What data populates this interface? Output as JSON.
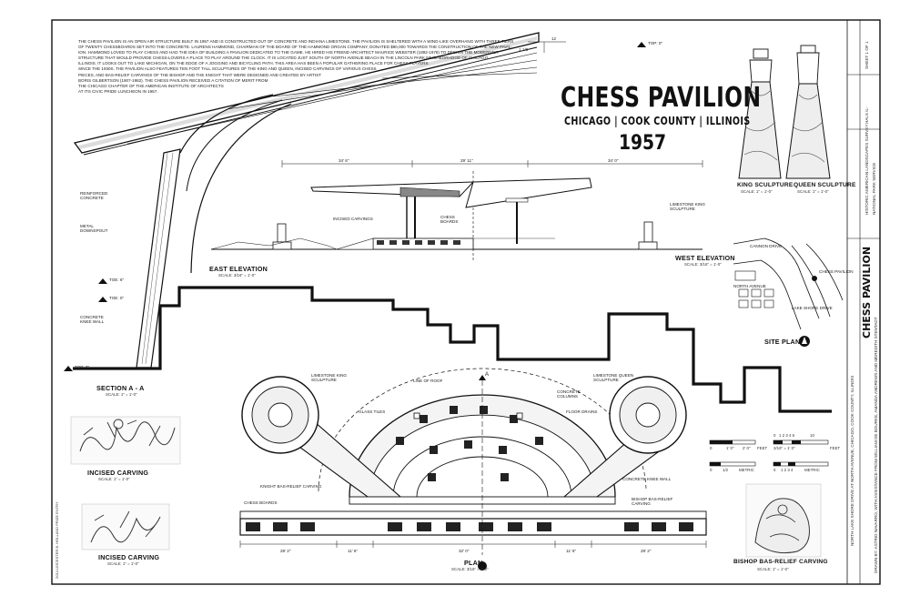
{
  "drawing": {
    "title": "CHESS PAVILION",
    "subtitle": "CHICAGO | COOK COUNTY | ILLINOIS",
    "year": "1957",
    "intro_text": [
      "THE CHESS PAVILION IS AN OPEN AIR STRUCTURE BUILT IN 1957 AND IS CONSTRUCTED OUT OF CONCRETE AND INDIANA LIMESTONE. THE PAVILION IS SHELTERED WITH A WING-LIKE OVERHANG WITH THREE TIERS",
      "OF TWENTY CHESSBOARDS SET INTO THE CONCRETE. LAURENS HAMMOND, CHAIRMAN OF THE BOARD OF THE HAMMOND ORGAN COMPANY, DONATED $90,000 TOWARDS THE CONSTRUCTION OF THE NEW PAVIL-",
      "ION. HAMMOND LOVED TO PLAY CHESS AND HAD THE IDEA OF BUILDING A PAVILION DEDICATED TO THE GAME. HE HIRED HIS FRIEND ARCHITECT MAURICE WEBSTER (1892-1978) TO DESIGN THE MODERNIST",
      "STRUCTURE THAT WOULD PROVIDE CHESS-LOVERS A PLACE TO PLAY AROUND THE CLOCK. IT IS LOCATED JUST SOUTH OF NORTH AVENUE BEACH IN THE LINCOLN PARK NEIGHBORHOOD OF CHICAGO,",
      "ILLINOIS. IT LOOKS OUT TO LAKE MICHIGAN, ON THE EDGE OF A JOGGING AND BICYCLING PATH. THIS AREA HAS BEEN A POPULAR GATHERING PLACE FOR CHESS PLAYERS",
      "SINCE THE 1930s. THE PAVILION ALSO FEATURES TEN FOOT TALL SCULPTURES OF THE KING AND QUEEN, INCISED CARVINGS OF VARIOUS CHESS",
      "PIECES, AND BAS-RELIEF CARVINGS OF THE BISHOP AND THE KNIGHT THAT WERE DESIGNED AND CREATED BY ARTIST",
      "BORIS GILBERTSON (1907-1982). THE CHESS PAVILION RECEIVED A CITATION OF MERIT FROM",
      "THE CHICAGO CHAPTER OF THE AMERICAN INSTITUTE OF ARCHITECTS",
      "AT ITS CIVIC PRIDE LUNCHEON IN 1957."
    ]
  },
  "views": {
    "section": {
      "caption": "SECTION A - A",
      "scale": "SCALE: 1\" = 1'-0\""
    },
    "east_elevation": {
      "caption": "EAST ELEVATION",
      "scale": "SCALE: 3/16\" = 1'-0\""
    },
    "west_elevation": {
      "caption": "WEST ELEVATION",
      "scale": "SCALE: 3/16\" = 1'-0\""
    },
    "king": {
      "caption": "KING SCULPTURE",
      "scale": "SCALE: 1\" = 1'-0\""
    },
    "queen": {
      "caption": "QUEEN SCULPTURE",
      "scale": "SCALE: 1\" = 1'-0\""
    },
    "site_plan": {
      "caption": "SITE PLAN"
    },
    "incised1": {
      "caption": "INCISED CARVING",
      "scale": "SCALE: 1\" = 1'-0\""
    },
    "incised2": {
      "caption": "INCISED CARVING",
      "scale": "SCALE: 1\" = 1'-0\""
    },
    "plan": {
      "caption": "PLAN",
      "scale": "SCALE: 3/16\" = 1'-0\""
    },
    "bishop": {
      "caption": "BISHOP BAS-RELIEF CARVING",
      "scale": "SCALE: 1\" = 1'-0\""
    }
  },
  "labels": {
    "reinforced_concrete": "REINFORCED CONCRETE",
    "metal_downspout": "METAL DOWNSPOUT",
    "concrete_knee_wall": "CONCRETE KNEE WALL",
    "incised_carvings": "INCISED CARVINGS",
    "chess_boards": "CHESS BOARDS",
    "limestone_king": "LIMESTONE KING SCULPTURE",
    "line_of_roof": "LINE OF ROOF",
    "limestone_queen": "LIMESTONE QUEEN SCULPTURE",
    "limestone_king_plan": "LIMESTONE KING SCULPTURE",
    "glass_tiles": "GLASS TILES",
    "concrete_columns": "CONCRETE COLUMNS",
    "floor_drains": "FLOOR DRAINS",
    "knight_bas_relief": "KNIGHT BAS-RELIEF CARVING",
    "chess_boards_plan": "CHESS BOARDS",
    "concrete_knee_wall_plan": "CONCRETE KNEE WALL",
    "bishop_bas_relief": "BISHOP BAS-RELIEF CARVING",
    "section_mark": "A",
    "site_cannon": "CANNON DRIVE",
    "site_pavilion": "CHESS PAVILION",
    "site_lake_shore": "LAKE SHORE DRIVE",
    "site_north_ave": "NORTH AVENUE"
  },
  "elevations": {
    "top": "TOP: 0\"",
    "e1": "TOE: 6\"",
    "e2": "TOE: 0\"",
    "e3": "TOP: 0\""
  },
  "dimensions": {
    "elev_left": "34' 6\"",
    "elev_mid": "29' 11\"",
    "elev_right": "34' 0\"",
    "plan_1": "28' 2\"",
    "plan_2": "11' 6\"",
    "plan_3": "32' 0\"",
    "plan_4": "11' 6\"",
    "plan_5": "28' 2\"",
    "roof_slope": "1 1/8",
    "roof_12": "12"
  },
  "scale_bars": {
    "bar1_ticks": [
      "0",
      "1' 0\"",
      "2' 0\""
    ],
    "bar1_unit": "FEET",
    "bar1_metric": [
      "0",
      "1/2",
      "METRIC"
    ],
    "bar2_ticks": [
      "0",
      "1 2 3 4 5",
      "10",
      "FEET"
    ],
    "bar2_metric": [
      "0",
      "1 2 3 4",
      "METRIC"
    ],
    "bar2_label": "3/16\" = 1' 0\""
  },
  "title_block": {
    "vertical_title": "CHESS PAVILION",
    "lines": [
      "NORTH LAKE SHORE DRIVE AT NORTH AVENUE, CHICAGO, COOK COUNTY, ILLINOIS",
      "DRAWN BY: ASTRID NAVARRO, WITH ASSISTANCE FROM WILLIAM DE BOURKE, AMANDA ANDREWS AND MEREDITH STENTADT",
      "HISTORIC AMERICAN LANDSCAPES SURVEY",
      "NATIONAL PARK SERVICE",
      "HALS IL-",
      "SHEET 1 OF 1"
    ],
    "small_vertical": "2014 LEICESTER B. HOLLAND PRIZE ENTRY"
  }
}
